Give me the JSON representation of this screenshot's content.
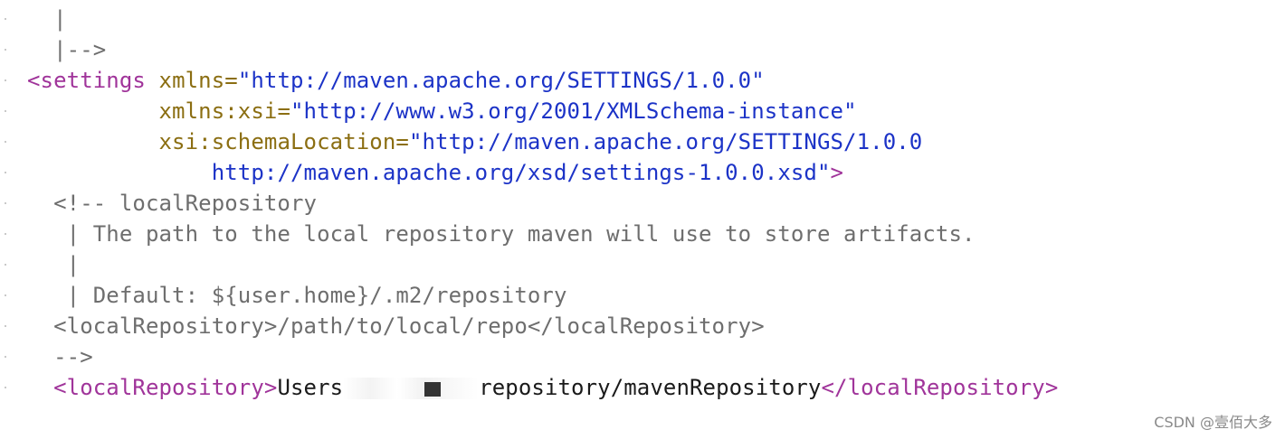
{
  "editor": {
    "lines": [
      {
        "parts": [
          {
            "t": "  |"
          }
        ]
      },
      {
        "parts": [
          {
            "t": "  |-->"
          }
        ]
      },
      {
        "parts": [
          {
            "t": "<settings",
            "c": "tag"
          },
          {
            "t": " ",
            "c": "text"
          },
          {
            "t": "xmlns=",
            "c": "attr"
          },
          {
            "t": "\"http://maven.apache.org/SETTINGS/1.0.0\"",
            "c": "string"
          }
        ]
      },
      {
        "parts": [
          {
            "t": "          ",
            "c": "text"
          },
          {
            "t": "xmlns:xsi=",
            "c": "attr"
          },
          {
            "t": "\"http://www.w3.org/2001/XMLSchema-instance\"",
            "c": "string"
          }
        ]
      },
      {
        "parts": [
          {
            "t": "          ",
            "c": "text"
          },
          {
            "t": "xsi:schemaLocation=",
            "c": "attr"
          },
          {
            "t": "\"http://maven.apache.org/SETTINGS/1.0.0",
            "c": "string"
          }
        ]
      },
      {
        "parts": [
          {
            "t": "              ",
            "c": "text"
          },
          {
            "t": "http://maven.apache.org/xsd/settings-1.0.0.xsd\"",
            "c": "string"
          },
          {
            "t": ">",
            "c": "tag"
          }
        ]
      },
      {
        "parts": [
          {
            "t": "  <!-- localRepository",
            "c": "comment"
          }
        ]
      },
      {
        "parts": [
          {
            "t": "   | The path to the local repository maven will use to store artifacts.",
            "c": "comment"
          }
        ]
      },
      {
        "parts": [
          {
            "t": "   |",
            "c": "comment"
          }
        ]
      },
      {
        "parts": [
          {
            "t": "   | Default: ${user.home}/.m2/repository",
            "c": "comment"
          }
        ]
      },
      {
        "parts": [
          {
            "t": "  <localRepository>/path/to/local/repo</localRepository>",
            "c": "comment"
          }
        ]
      },
      {
        "parts": [
          {
            "t": "  -->",
            "c": "comment"
          }
        ]
      },
      {
        "parts": [
          {
            "t": "  ",
            "c": "text"
          },
          {
            "t": "<localRepository>",
            "c": "tag"
          },
          {
            "t": "Users",
            "c": "text"
          },
          {
            "redacted": true
          },
          {
            "t": "repository/mavenRepository",
            "c": "text"
          },
          {
            "t": "</localRepository>",
            "c": "tag"
          }
        ]
      }
    ]
  },
  "watermark": {
    "text": "CSDN @壹佰大多"
  },
  "colors": {
    "background": "#ffffff",
    "comment": "#6e6e6e",
    "tag": "#a0349a",
    "attribute": "#8b6e12",
    "string": "#1c33c7",
    "text": "#1a1a1a"
  }
}
